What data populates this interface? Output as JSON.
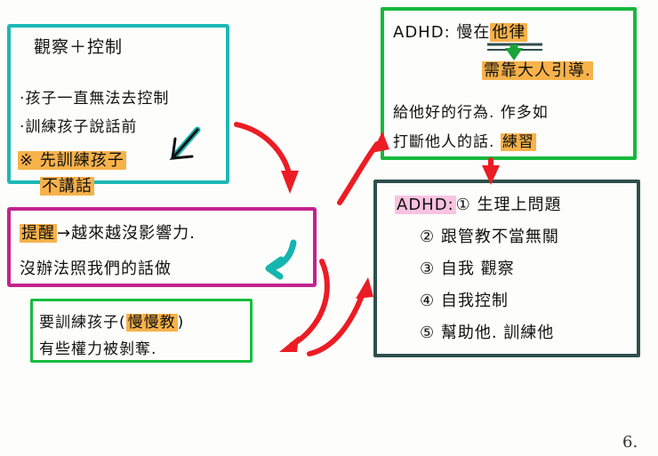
{
  "page": {
    "page_number": "6.",
    "background_color": "#fdfdfc"
  },
  "colors": {
    "teal_box": "#1cb8b5",
    "magenta_box": "#c2238f",
    "green_box": "#16bd3e",
    "green_box_right": "#17b83c",
    "dark_box": "#2e4f4c",
    "red_arrow": "#ec1c24",
    "highlight_orange": "#f7b24a",
    "highlight_pink": "#f9c3e0",
    "ink": "#111111"
  },
  "boxes": [
    {
      "id": "observation-control-box",
      "border_color": "#1cb8b5",
      "title": "觀察＋控制",
      "lines": [
        {
          "text": "·孩子一直無法去控制",
          "highlight": "none"
        },
        {
          "text": "·訓練孩子說話前",
          "highlight": "none"
        },
        {
          "text": "※ 先訓練孩子",
          "highlight": "orange"
        },
        {
          "text": "不講話",
          "highlight": "orange"
        }
      ]
    },
    {
      "id": "reminder-box",
      "border_color": "#c2238f",
      "lines": [
        {
          "text": "提醒",
          "highlight": "orange"
        },
        {
          "text": "→越來越沒影響力.",
          "highlight": "none"
        },
        {
          "text": "沒辦法照我們的話做",
          "highlight": "none"
        }
      ]
    },
    {
      "id": "train-child-box",
      "border_color": "#16bd3e",
      "lines": [
        {
          "text": "要訓練孩子(",
          "highlight": "none"
        },
        {
          "text": "慢慢教",
          "highlight": "orange"
        },
        {
          "text": ")",
          "highlight": "none"
        },
        {
          "text": "有些權力被剝奪.",
          "highlight": "none"
        }
      ]
    },
    {
      "id": "adhd-guidance-box",
      "border_color": "#17b83c",
      "lines": [
        {
          "text": "ADHD: 慢在",
          "highlight": "none"
        },
        {
          "text": "他律",
          "highlight": "orange"
        },
        {
          "text": "需靠大人引導.",
          "highlight": "orange"
        },
        {
          "text": "給他好的行為. 作多如",
          "highlight": "none"
        },
        {
          "text": "打斷他人的話.",
          "highlight": "none"
        },
        {
          "text": "練習",
          "highlight": "orange"
        }
      ]
    },
    {
      "id": "adhd-list-box",
      "border_color": "#2e4f4c",
      "label": "ADHD:",
      "label_highlight": "pink",
      "items": [
        "① 生理上問題",
        "② 跟管教不當無關",
        "③ 自我 觀察",
        "④ 自我控制",
        "⑤ 幫助他. 訓練他"
      ]
    }
  ],
  "arrows": [
    {
      "id": "arrow-teal-inline",
      "color": "#15b5b0",
      "semantic": "teal-down-left-arrow"
    },
    {
      "id": "arrow-teal-curl",
      "color": "#15b5b0",
      "semantic": "teal-curl-arrow"
    },
    {
      "id": "arrow-red-1",
      "color": "#ec1c24",
      "semantic": "red-arrow-down-to-reminder"
    },
    {
      "id": "arrow-red-2",
      "color": "#ec1c24",
      "semantic": "red-arrow-up-right-to-adhd-guidance"
    },
    {
      "id": "arrow-red-3",
      "color": "#ec1c24",
      "semantic": "red-arrow-down-between-boxes"
    },
    {
      "id": "arrow-red-4",
      "color": "#ec1c24",
      "semantic": "red-arrow-down-left-to-train-box"
    },
    {
      "id": "arrow-red-5",
      "color": "#ec1c24",
      "semantic": "red-arrow-up-right-to-adhd-list"
    },
    {
      "id": "arrow-green-down",
      "color": "#1aa33a",
      "semantic": "green-down-arrow"
    }
  ]
}
